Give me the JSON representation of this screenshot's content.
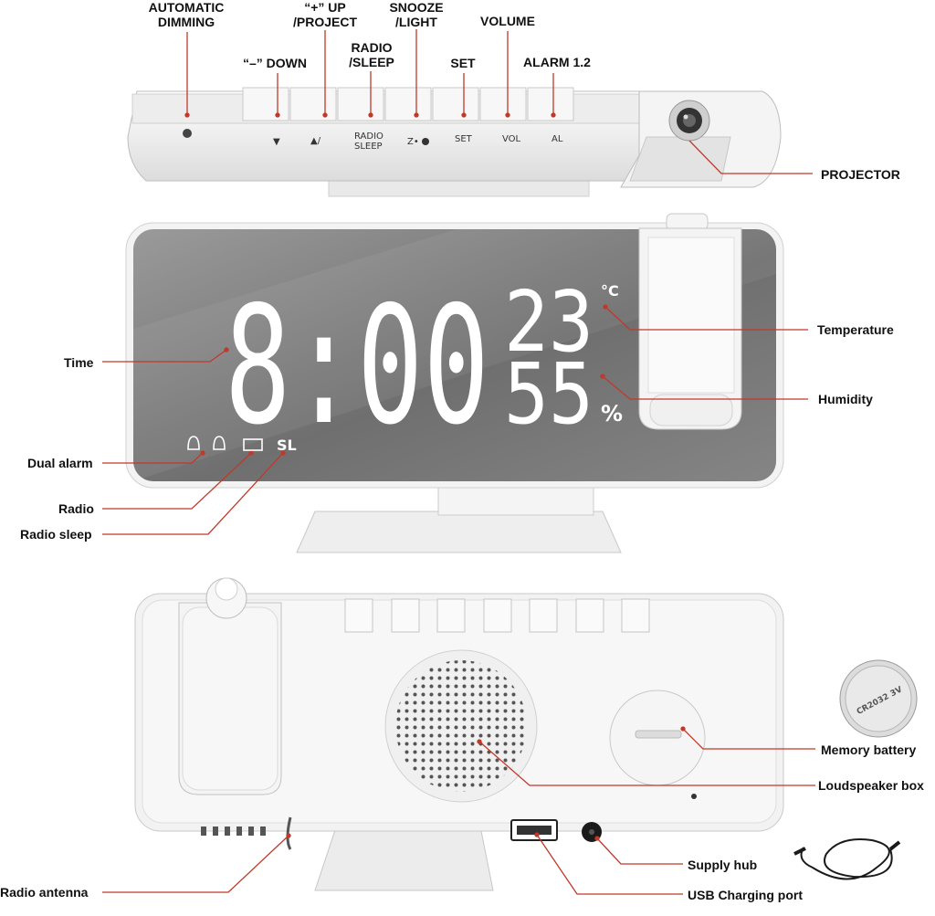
{
  "top_labels": {
    "auto_dimming": [
      "AUTOMATIC",
      "DIMMING"
    ],
    "up_project": [
      "“+” UP",
      "/PROJECT"
    ],
    "snooze_light": [
      "SNOOZE",
      "/LIGHT"
    ],
    "volume": "VOLUME",
    "minus_down": "“–” DOWN",
    "radio_sleep": [
      "RADIO",
      "/SLEEP"
    ],
    "set": "SET",
    "alarm": "ALARM 1.2",
    "projector": "PROJECTOR"
  },
  "button_prints": {
    "down": "▼",
    "up": "▲/",
    "radio": "RADIO",
    "sleep": "SLEEP",
    "snooze": "Z•",
    "set": "SET",
    "vol": "VOL",
    "al": "AL"
  },
  "display": {
    "time": "8:00",
    "temperature": "23",
    "temp_unit": "°C",
    "humidity": "55",
    "humidity_unit": "%",
    "sleep_indicator": "SL"
  },
  "front_labels": {
    "time": "Time",
    "temperature": "Temperature",
    "humidity": "Humidity",
    "dual_alarm": "Dual alarm",
    "radio": "Radio",
    "radio_sleep": "Radio sleep"
  },
  "back_labels": {
    "memory_battery": "Memory battery",
    "loudspeaker": "Loudspeaker box",
    "supply_hub": "Supply hub",
    "radio_antenna": "Radio antenna",
    "usb_port": "USB Charging port"
  },
  "battery_print": "CR2032 3V",
  "colors": {
    "leader_line": "#c0392b",
    "screen": "#7d7d7d",
    "digits": "#ffffff",
    "device": "#f2f2f2"
  }
}
